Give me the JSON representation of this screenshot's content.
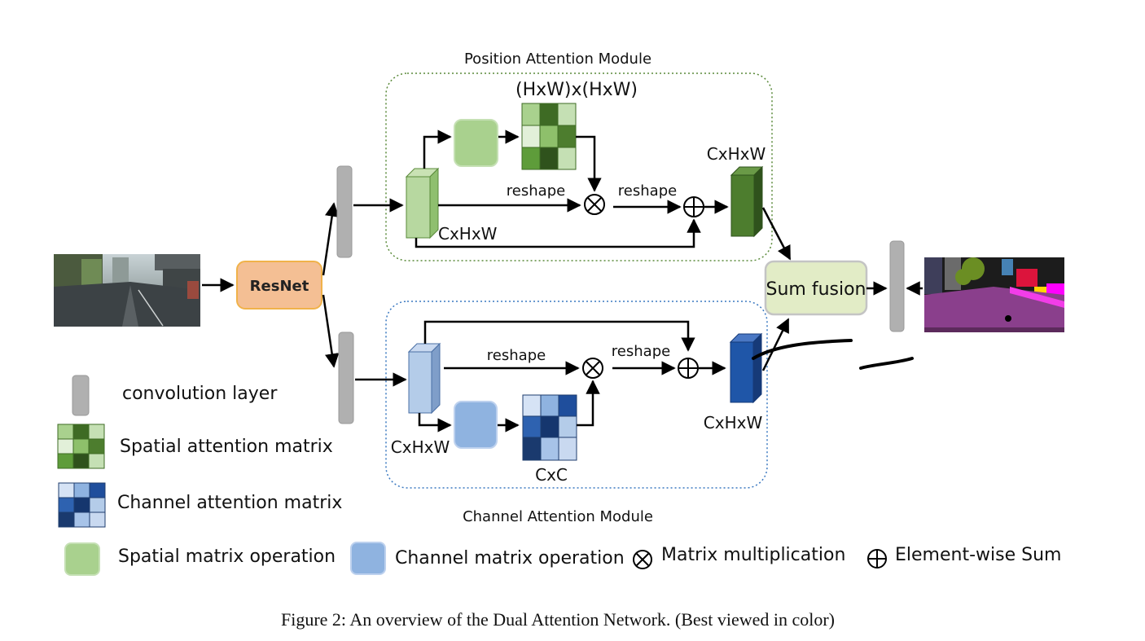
{
  "modules": {
    "position_title": "Position Attention Module",
    "channel_title": "Channel Attention Module"
  },
  "labels": {
    "resnet": "ResNet",
    "hw_hw": "(HxW)x(HxW)",
    "pam_reshape_1": "reshape",
    "pam_reshape_2": "reshape",
    "pam_cxhxw_in": "CxHxW",
    "pam_cxhxw_out": "CxHxW",
    "cam_reshape_1": "reshape",
    "cam_reshape_2": "reshape",
    "cam_cxhxw_in": "CxHxW",
    "cam_cxhxw_out": "CxHxW",
    "cxc": "CxC",
    "sum_fusion": "Sum fusion"
  },
  "legend": {
    "conv": "convolution layer",
    "spatial_matrix": "Spatial attention matrix",
    "channel_matrix": "Channel attention matrix",
    "spatial_op": "Spatial matrix operation",
    "channel_op": "Channel matrix operation",
    "matmul": "Matrix multiplication",
    "elemsum": "Element-wise Sum"
  },
  "caption": "Figure 2: An overview of the Dual Attention Network. (Best viewed in color)",
  "colors": {
    "resnet_fill": "#f4bf94",
    "resnet_stroke": "#f0b24a",
    "conv_gray": "#b0b0b0",
    "green_light": "#a9d18e",
    "green_dark": "#4d7d2e",
    "blue_light": "#8fb3e0",
    "blue_dark": "#1f4e9c",
    "pam_border": "#5a8a3a",
    "cam_border": "#3a78c0",
    "fusion_fill": "#e2ecc6",
    "road_purple": "#8a3f8c"
  }
}
